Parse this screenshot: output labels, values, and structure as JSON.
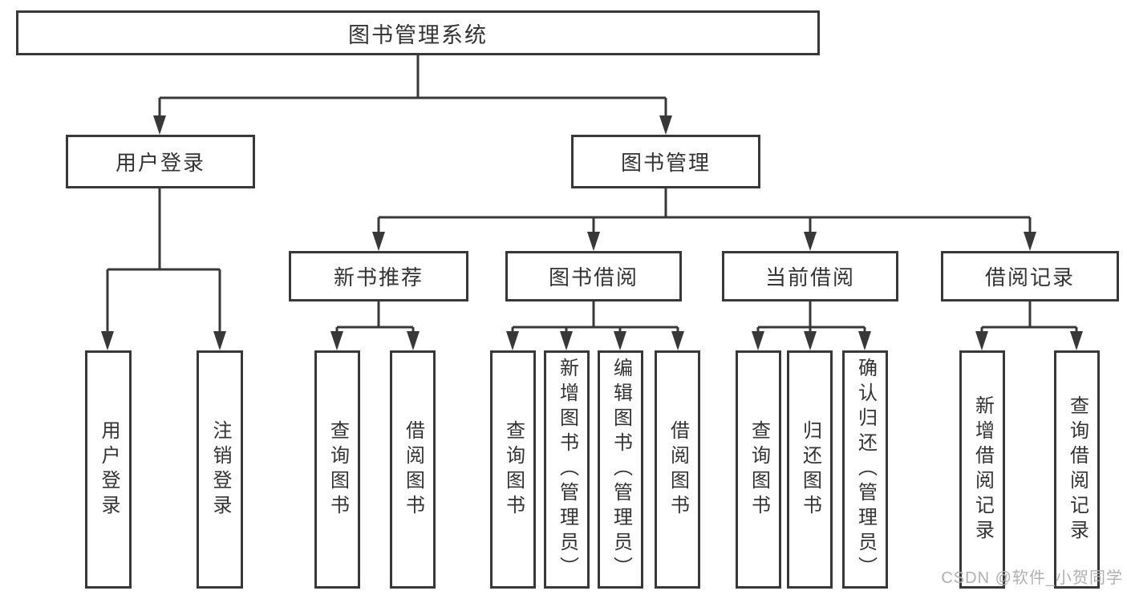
{
  "diagram": {
    "root": {
      "label": "图书管理系统"
    },
    "children": [
      {
        "label": "用户登录",
        "children": [
          {
            "label": "用户登录"
          },
          {
            "label": "注销登录"
          }
        ]
      },
      {
        "label": "图书管理",
        "children": [
          {
            "label": "新书推荐",
            "children": [
              {
                "label": "查询图书"
              },
              {
                "label": "借阅图书"
              }
            ]
          },
          {
            "label": "图书借阅",
            "children": [
              {
                "label": "查询图书"
              },
              {
                "label": "新增图书（管理员）"
              },
              {
                "label": "编辑图书（管理员）"
              },
              {
                "label": "借阅图书"
              }
            ]
          },
          {
            "label": "当前借阅",
            "children": [
              {
                "label": "查询图书"
              },
              {
                "label": "归还图书"
              },
              {
                "label": "确认归还（管理员）"
              }
            ]
          },
          {
            "label": "借阅记录",
            "children": [
              {
                "label": "新增借阅记录"
              },
              {
                "label": "查询借阅记录"
              }
            ]
          }
        ]
      }
    ]
  },
  "watermark": {
    "text": "CSDN @软件_小贺同学"
  },
  "colors": {
    "line": "#383838",
    "box_border": "#383838",
    "text": "#333333",
    "watermark": "#b0b0b0",
    "background": "#ffffff"
  }
}
